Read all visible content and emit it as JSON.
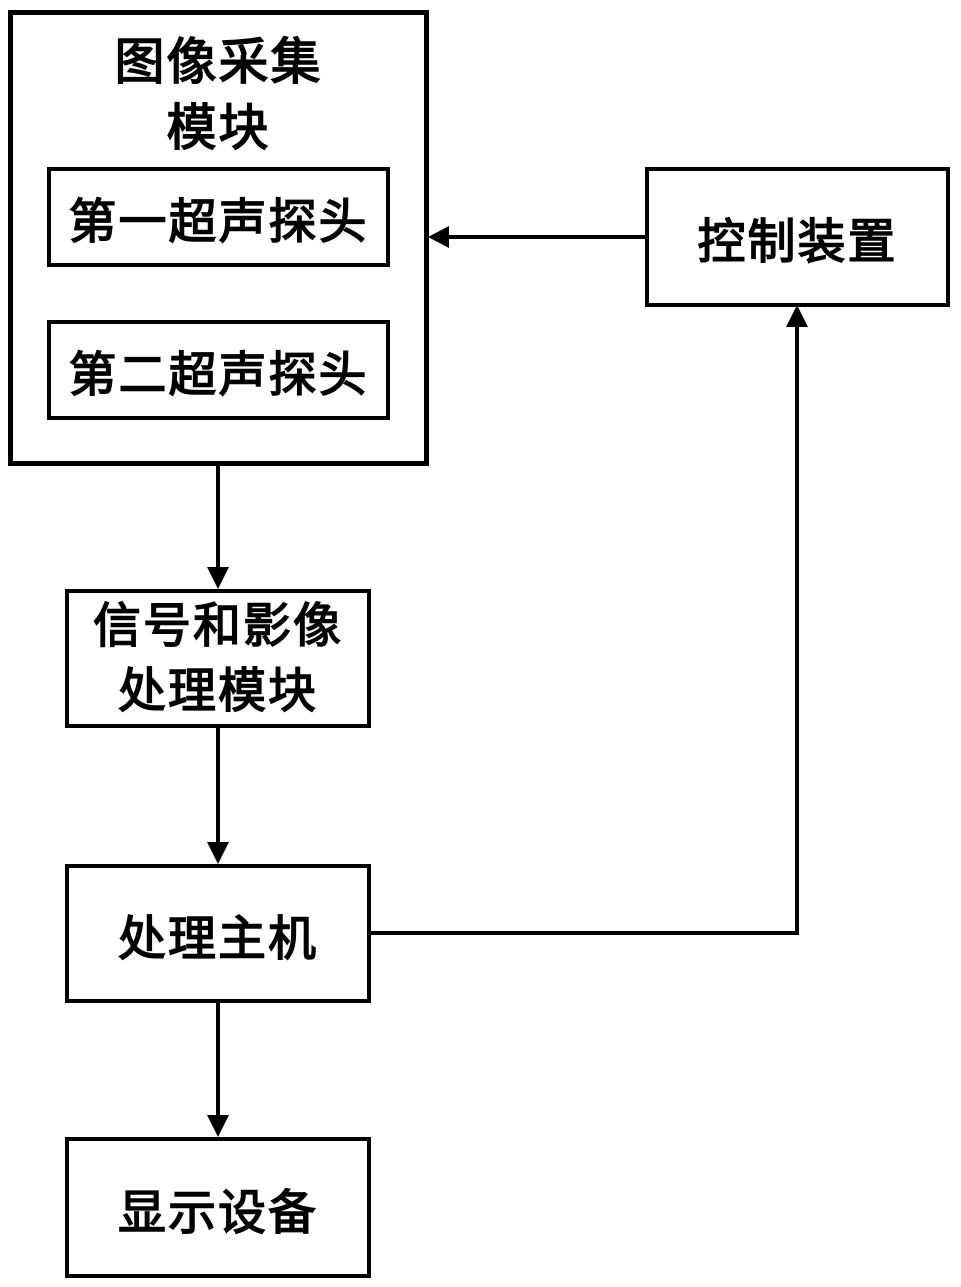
{
  "diagram": {
    "background_color": "#ffffff",
    "line_color": "#000000",
    "nodes": {
      "image_acquisition_module": {
        "line1": "图像采集",
        "line2": "模块"
      },
      "first_ultrasound_probe": {
        "label": "第一超声探头"
      },
      "second_ultrasound_probe": {
        "label": "第二超声探头"
      },
      "control_device": {
        "label": "控制装置"
      },
      "signal_image_processing_module": {
        "line1": "信号和影像",
        "line2": "处理模块"
      },
      "processing_host": {
        "label": "处理主机"
      },
      "display_device": {
        "label": "显示设备"
      }
    },
    "edges": [
      {
        "from": "control_device",
        "to": "image_acquisition_module",
        "type": "arrow"
      },
      {
        "from": "image_acquisition_module",
        "to": "signal_image_processing_module",
        "type": "arrow"
      },
      {
        "from": "signal_image_processing_module",
        "to": "processing_host",
        "type": "arrow"
      },
      {
        "from": "processing_host",
        "to": "display_device",
        "type": "arrow"
      },
      {
        "from": "processing_host",
        "to": "control_device",
        "type": "arrow"
      }
    ]
  }
}
